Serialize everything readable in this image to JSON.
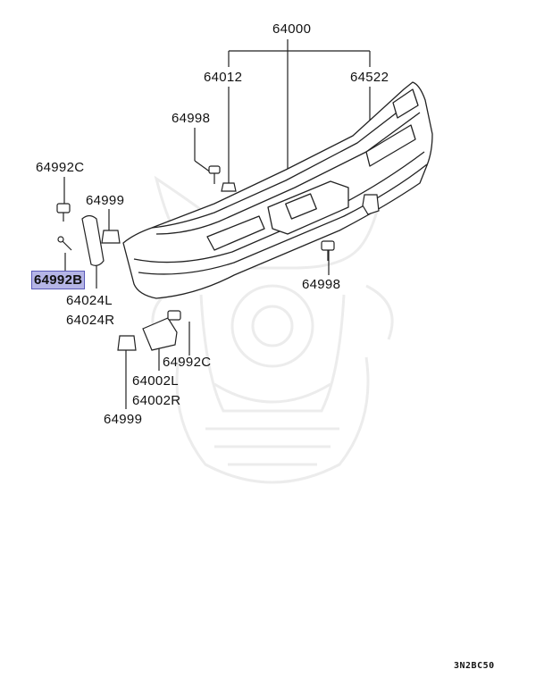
{
  "labels": {
    "p64000": "64000",
    "p64012": "64012",
    "p64522": "64522",
    "p64998_top": "64998",
    "p64992c_top": "64992C",
    "p64999_top": "64999",
    "p64992b": "64992B",
    "p64024l": "64024L",
    "p64024r": "64024R",
    "p64998_right": "64998",
    "p64992c_bottom": "64992C",
    "p64002l": "64002L",
    "p64002r": "64002R",
    "p64999_bottom": "64999"
  },
  "highlight_color": "#b5b5e6",
  "diagram_code": "3N2BC50"
}
